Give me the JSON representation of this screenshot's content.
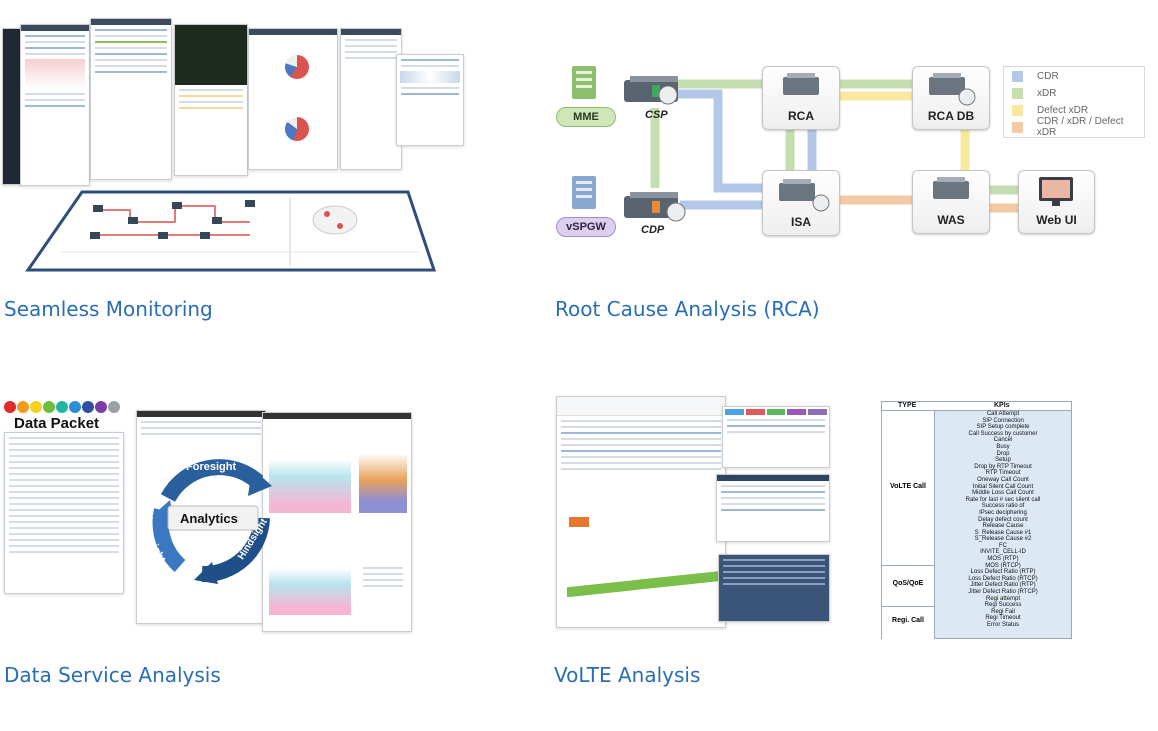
{
  "panels": {
    "monitoring": {
      "caption": "Seamless Monitoring"
    },
    "rca": {
      "caption": "Root Cause Analysis (RCA)",
      "nodes": {
        "mme": "MME",
        "csp": "CSP",
        "vspgw": "vSPGW",
        "cdp": "CDP",
        "rca": "RCA",
        "rca_db": "RCA DB",
        "isa": "ISA",
        "was": "WAS",
        "web_ui": "Web UI"
      },
      "legend": [
        {
          "label": "CDR",
          "color": "#b3c7e8"
        },
        {
          "label": "xDR",
          "color": "#c4deb0"
        },
        {
          "label": "Defect xDR",
          "color": "#fbe8a0"
        },
        {
          "label": "CDR / xDR / Defect xDR",
          "color": "#f3c9a6"
        }
      ]
    },
    "data_service": {
      "caption": "Data Service Analysis",
      "title": "Data Packet",
      "cycle": {
        "center": "Analytics",
        "top": "Foresight",
        "left": "Insight",
        "right": "Hindsight"
      }
    },
    "volte": {
      "caption": "VoLTE Analysis",
      "kpi_table": {
        "header_type": "TYPE",
        "header_kpis": "KPIs",
        "groups": [
          {
            "type": "VoLTE Call"
          },
          {
            "type": "QoS/QoE"
          },
          {
            "type": "Regi. Call"
          }
        ],
        "kpis": [
          "Call Attempt",
          "SIP Connection",
          "SIP Setup complete",
          "Call Success by customer",
          "Cancel",
          "Busy",
          "Drop",
          "Setup",
          "Drop by RTP Timeout",
          "RTP Timeout",
          "Oneway Call Count",
          "Initial Silent Call Count",
          "Middle Loss Call Count",
          "Rate for last # sec silent call",
          "Success ratio of",
          "IPsec deciphering",
          "Delay defect count",
          "Release Cause",
          "S_Release Cause #1",
          "S_Release Cause #2",
          "FC",
          "INVITE_CELL-ID",
          "MOS (RTP)",
          "MOS (RTCP)",
          "Loss Defect Ratio (RTP)",
          "Loss Defect Ratio (RTCP)",
          "Jitter Defect Ratio (RTP)",
          "Jitter Defect Ratio (RTCP)",
          "Regi attempt",
          "Regi Success",
          "Regi Fail",
          "Regi Timeout",
          "Error Status"
        ]
      }
    }
  },
  "colors": {
    "caption": "#2a6db5",
    "cdr": "#b3c7e8",
    "xdr": "#c4deb0",
    "defect": "#fbe8a0",
    "combined": "#f3c9a6"
  }
}
